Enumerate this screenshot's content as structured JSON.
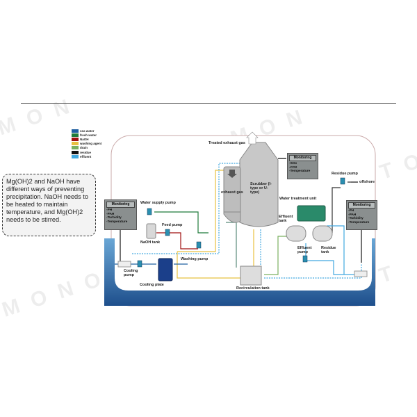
{
  "watermark": [
    "MON",
    "MON",
    "ITO",
    "MONO",
    "IT"
  ],
  "legend": [
    {
      "label": "sea water",
      "color": "#1f5fa0"
    },
    {
      "label": "fresh water",
      "color": "#1e7a3a"
    },
    {
      "label": "NaOH",
      "color": "#a01010"
    },
    {
      "label": "washing agent",
      "color": "#e8c040"
    },
    {
      "label": "drain",
      "color": "#7ab060"
    },
    {
      "label": "residue",
      "color": "#111111"
    },
    {
      "label": "effluent",
      "color": "#40a8e0"
    }
  ],
  "callout": "Mg(OH)2 and NaOH have different ways of preventing precipitation. NaOH needs to be heated to maintain temperature, and Mg(OH)2 needs to be stirred.",
  "monitoring_left": {
    "title": "Monitoring",
    "items": [
      "-PH",
      "-PAH",
      "-Turbidity",
      "-Temperature"
    ]
  },
  "monitoring_center": {
    "title": "Monitoring",
    "items": [
      "-SOx",
      "-CO2",
      "-Temperature"
    ]
  },
  "monitoring_right": {
    "title": "Monitoring",
    "items": [
      "-PH",
      "-PAH",
      "-Turbidity",
      "-Temperature"
    ]
  },
  "labels": {
    "treated_exhaust_gas": "Treated exhaust gas",
    "exhaust_gas": "exhaust gas",
    "scrubber": "Scrubber (I-type or U-type)",
    "water_supply_pump": "Water supply pump",
    "feed_pump": "Feed pump",
    "naoh_tank": "NaOH tank",
    "washing_pump": "Washing pump",
    "cooling_pump": "Cooling pump",
    "cooling_plate": "Cooling plate",
    "recirculation_tank": "Recirculation tank",
    "residue_pump": "Residue pump",
    "offshore": "offshore",
    "water_treatment_unit": "Water treatment unit",
    "effluent_tank": "Effluent tank",
    "effluent_pump": "Effluent pump",
    "residue_tank": "Residue tank"
  }
}
